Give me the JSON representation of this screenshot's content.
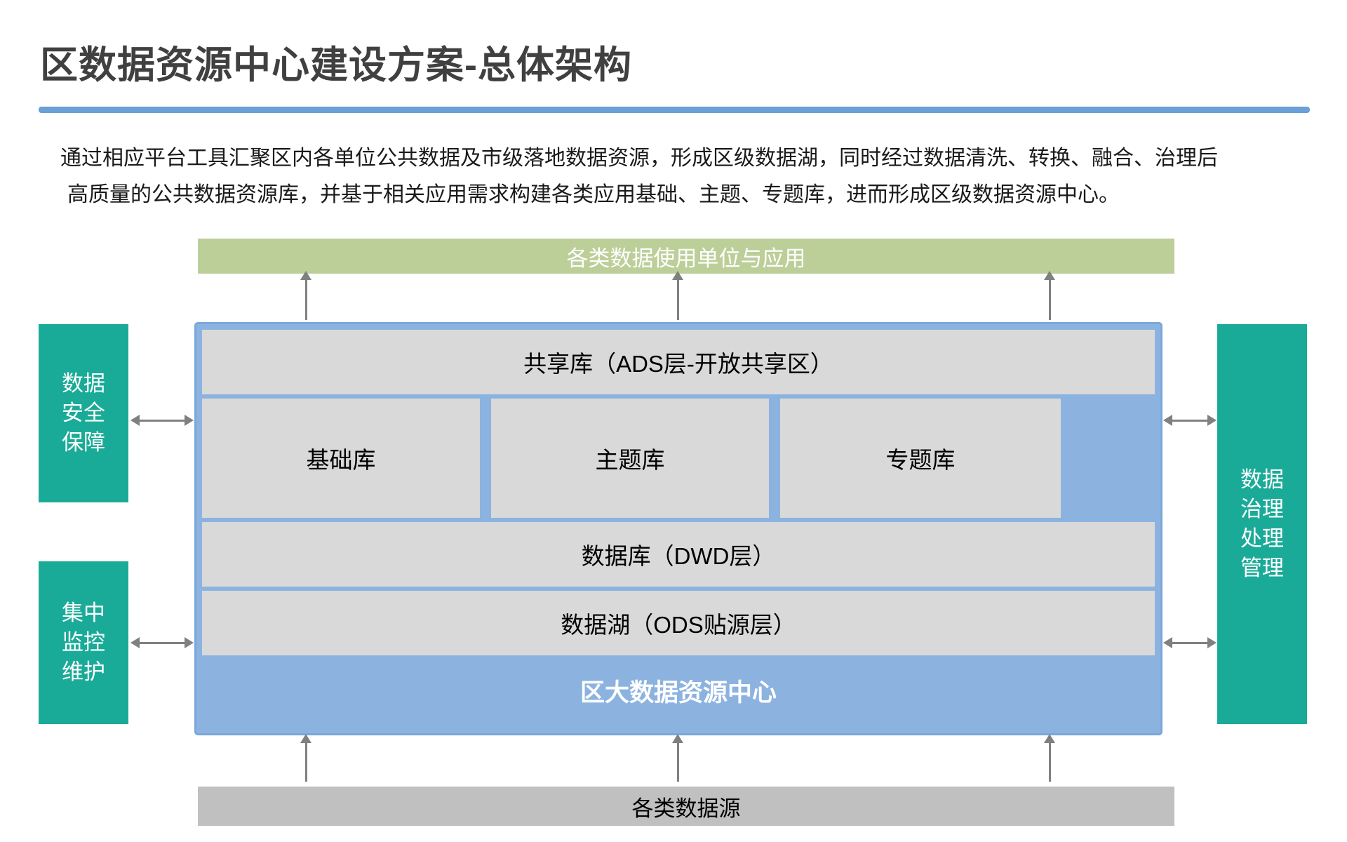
{
  "header": {
    "title": "区数据资源中心建设方案-总体架构",
    "rule_color": "#6a9fd8"
  },
  "intro": {
    "line1": "通过相应平台工具汇聚区内各单位公共数据及市级落地数据资源，形成区级数据湖，同时经过数据清洗、转换、融合、治理后",
    "line2": "高质量的公共数据资源库，并基于相关应用需求构建各类应用基础、主题、专题库，进而形成区级数据资源中心。"
  },
  "diagram": {
    "consumers_bar": {
      "label": "各类数据使用单位与应用",
      "color": "#bccf99"
    },
    "sources_bar": {
      "label": "各类数据源",
      "color": "#c0c0c0"
    },
    "left_pillars": [
      {
        "label": "数据安全保障",
        "lines": [
          "数据",
          "安全",
          "保障"
        ],
        "color": "#1aab98"
      },
      {
        "label": "集中监控维护",
        "lines": [
          "集中",
          "监控",
          "维护"
        ],
        "color": "#1aab98"
      }
    ],
    "right_pillars": [
      {
        "label": "数据治理处理管理",
        "lines": [
          "数据",
          "治理",
          "处理",
          "管理"
        ],
        "color": "#1aab98"
      }
    ],
    "core": {
      "frame_color": "#8cb3e0",
      "row_color": "#d9d9d9",
      "ads_layer": "共享库（ADS层-开放共享区）",
      "sub_libraries": [
        "基础库",
        "主题库",
        "专题库"
      ],
      "dwd_layer": "数据库（DWD层）",
      "ods_layer": "数据湖（ODS贴源层）",
      "center_label": "区大数据资源中心"
    },
    "arrow_color": "#808080"
  }
}
